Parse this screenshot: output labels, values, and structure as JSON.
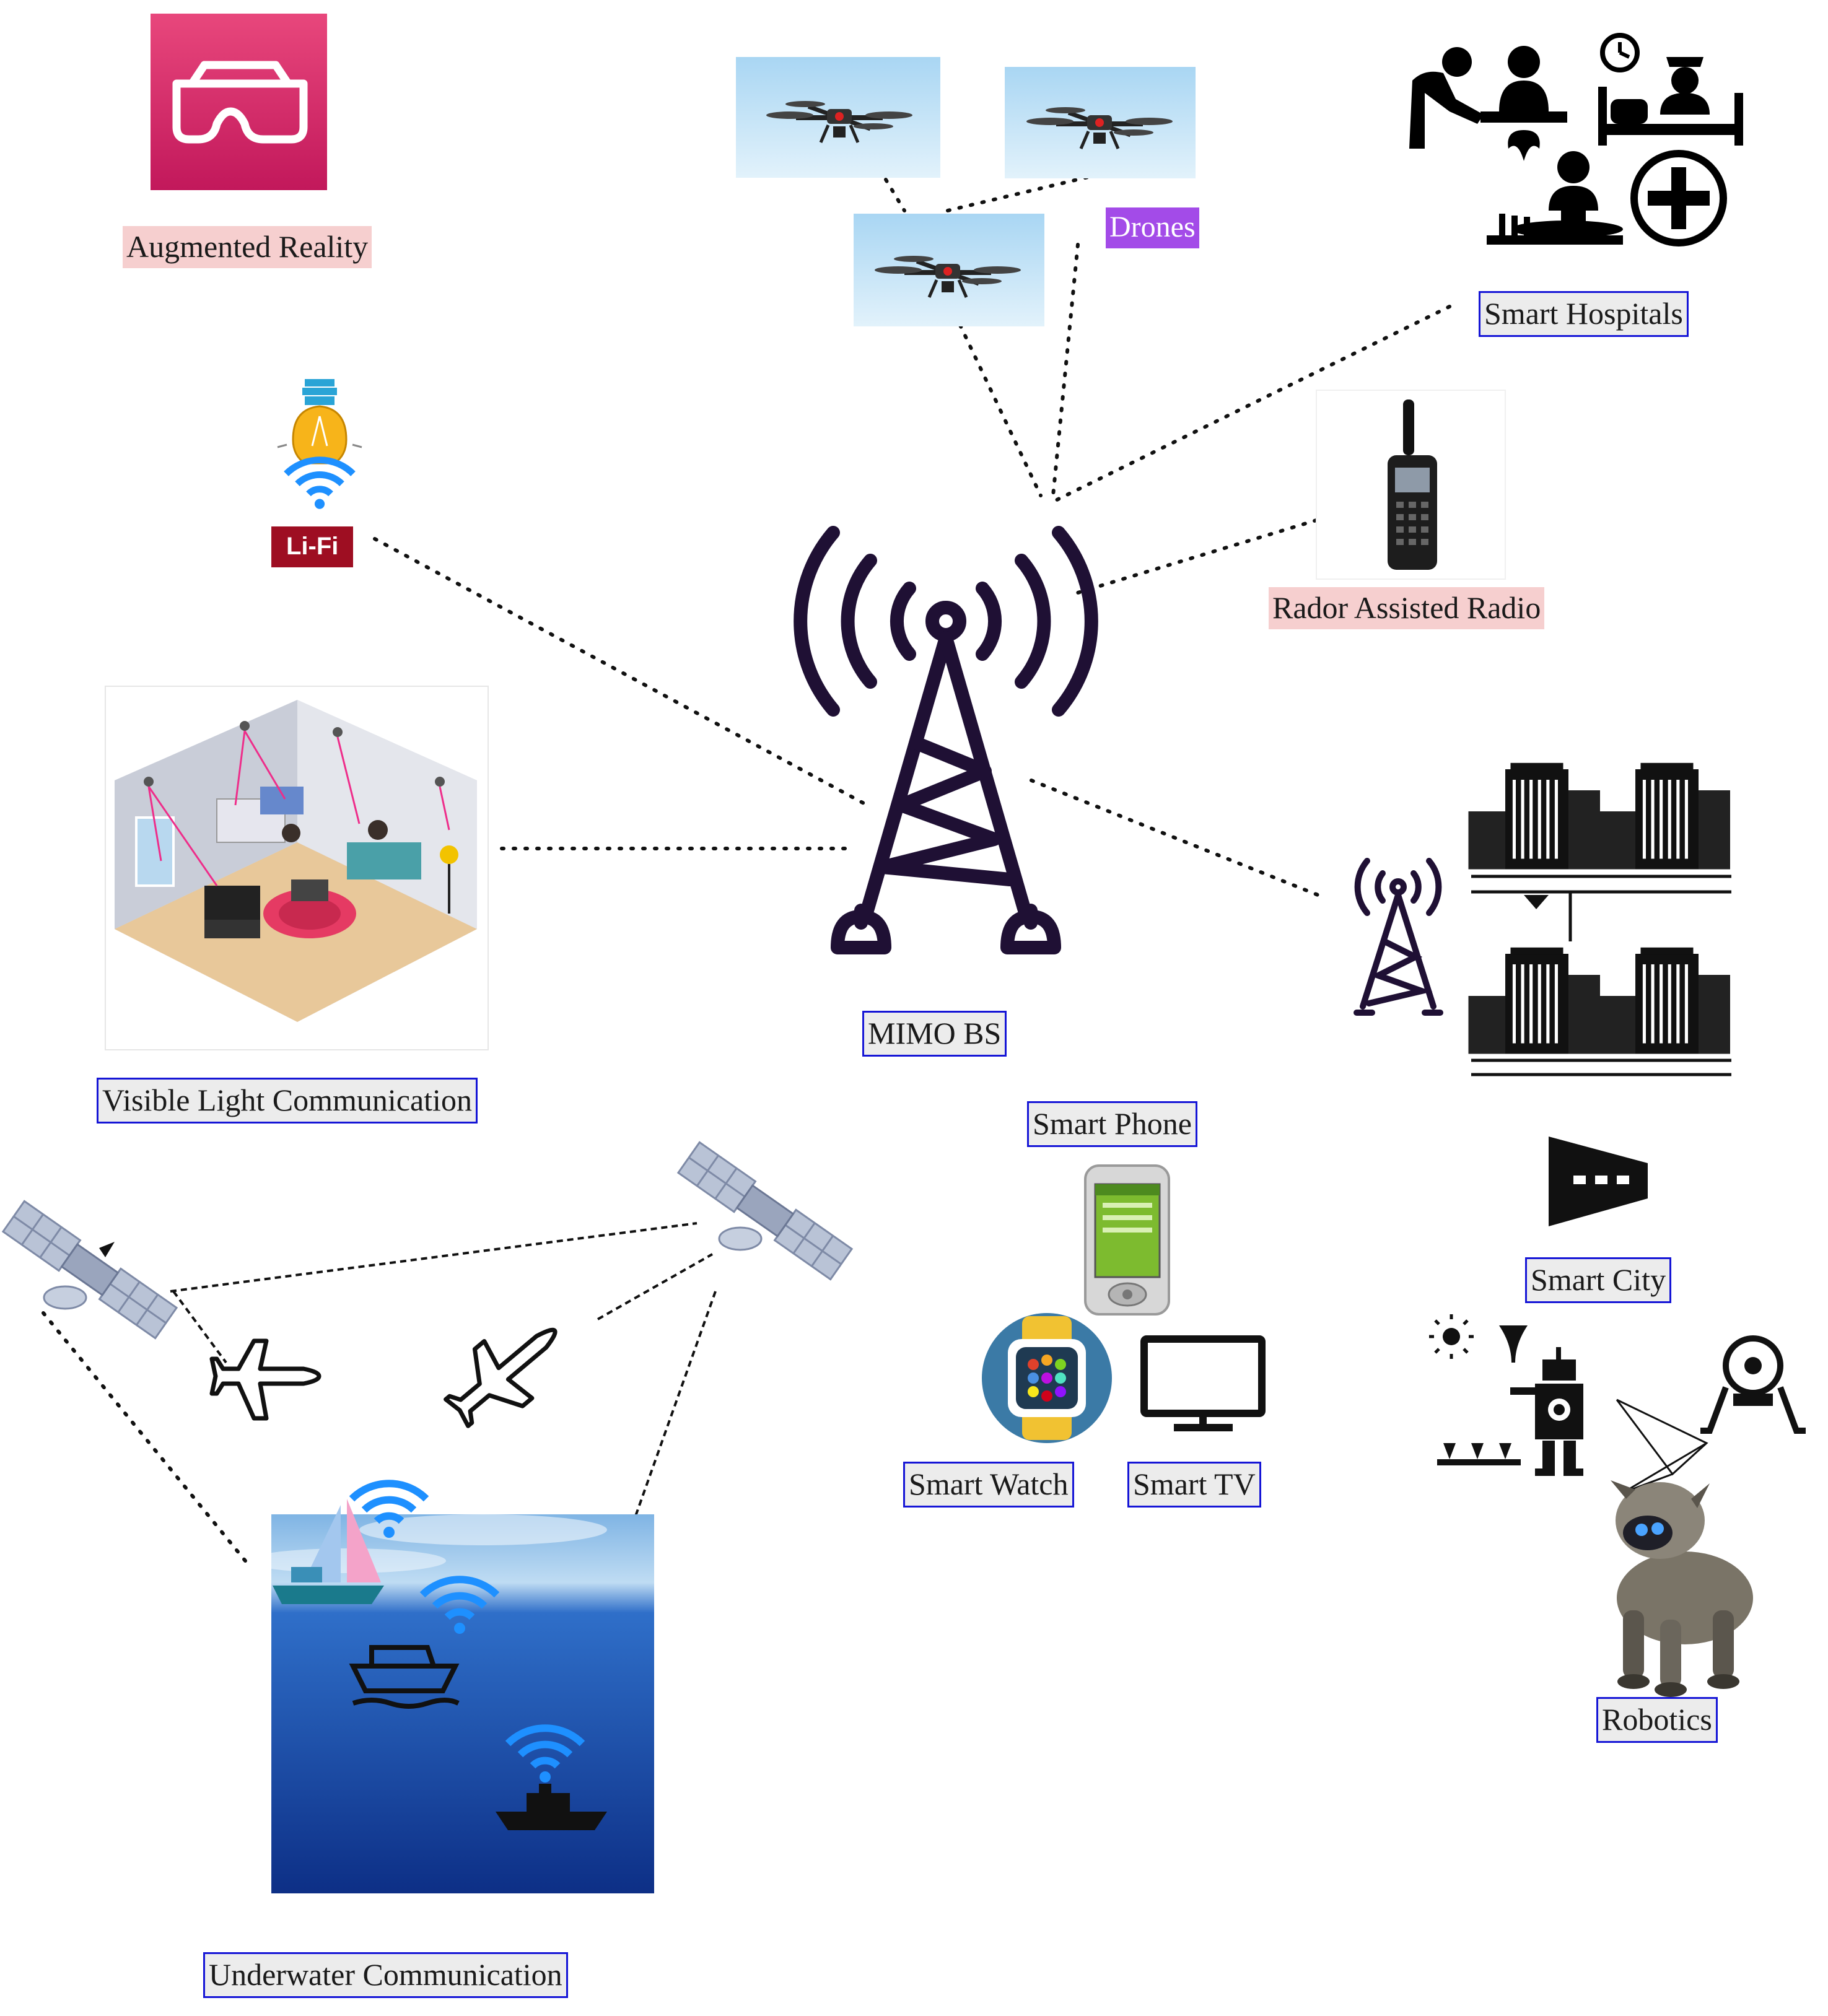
{
  "center_node": {
    "label": "MIMO BS",
    "icon": "cell-tower-icon"
  },
  "nodes": [
    {
      "id": "ar",
      "label": "Augmented Reality",
      "icon": "vr-headset-icon"
    },
    {
      "id": "drones",
      "label": "Drones",
      "icon": "drone-icon"
    },
    {
      "id": "hospitals",
      "label": "Smart Hospitals",
      "icon": "medical-care-icon"
    },
    {
      "id": "lifi",
      "label": "Li-Fi",
      "icon": "light-bulb-wifi-icon"
    },
    {
      "id": "radio",
      "label": "Rador Assisted Radio",
      "icon": "walkie-talkie-icon"
    },
    {
      "id": "vlc",
      "label": "Visible Light Communication",
      "icon": "smart-room-icon"
    },
    {
      "id": "city",
      "label": "Smart City",
      "icon": "city-buildings-icon"
    },
    {
      "id": "phone",
      "label": "Smart Phone",
      "icon": "smartphone-icon"
    },
    {
      "id": "watch",
      "label": "Smart Watch",
      "icon": "smartwatch-icon"
    },
    {
      "id": "tv",
      "label": "Smart TV",
      "icon": "monitor-icon"
    },
    {
      "id": "robotics",
      "label": "Robotics",
      "icon": "robot-icon"
    },
    {
      "id": "underwater",
      "label": "Underwater Communication",
      "icon": "ocean-icon"
    }
  ],
  "colors": {
    "ar_tile": "#d92e6c",
    "tower": "#1f1034",
    "label_border": "#1515d6",
    "label_fill": "#ececec",
    "pink_label": "#f6cfcf",
    "drones_label": "#a34be8",
    "lifi_label": "#9e0e22",
    "wifi_blue": "#1e90ff",
    "ocean": "#1b4aa8"
  }
}
